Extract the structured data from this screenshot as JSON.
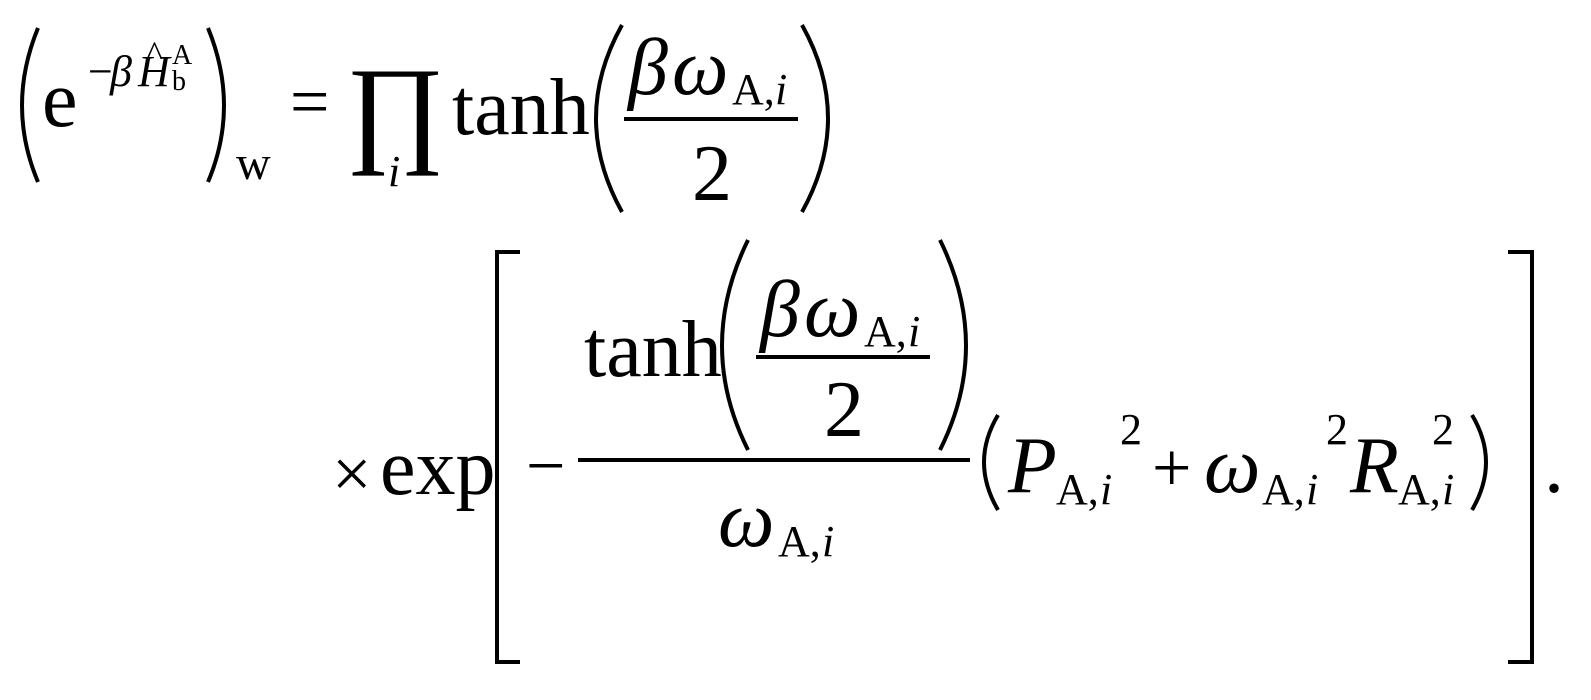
{
  "equation": {
    "line1": {
      "base": "e",
      "exp_sign": "−",
      "beta": "β",
      "H": "H",
      "hat": "^",
      "H_sub": "b",
      "H_sup": "A",
      "paren_sub": "w",
      "equals": "=",
      "product": "∏",
      "product_index": "i",
      "tanh": "tanh",
      "frac_num_beta": "β",
      "frac_num_omega": "ω",
      "frac_num_sub_A": "A,",
      "frac_num_sub_i": "i",
      "frac_den": "2"
    },
    "line2": {
      "times": "×",
      "exp": "exp",
      "minus": "−",
      "tanh": "tanh",
      "inner_num_beta": "β",
      "inner_num_omega": "ω",
      "inner_num_sub_A": "A,",
      "inner_num_sub_i": "i",
      "inner_den": "2",
      "outer_den_omega": "ω",
      "outer_den_sub_A": "A,",
      "outer_den_sub_i": "i",
      "P": "P",
      "P_sub_A": "A,",
      "P_sub_i": "i",
      "P_sup": "2",
      "plus": "+",
      "omega": "ω",
      "omega_sub_A": "A,",
      "omega_sub_i": "i",
      "omega_sup": "2",
      "R": "R",
      "R_sub_A": "A,",
      "R_sub_i": "i",
      "R_sup": "2",
      "period": "."
    }
  }
}
